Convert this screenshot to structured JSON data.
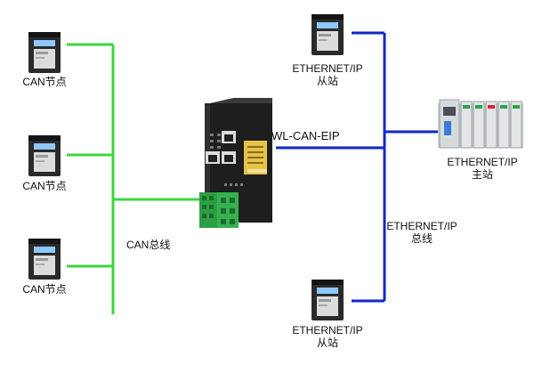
{
  "colors": {
    "can_bus": "#3dd63d",
    "ethernet_bus": "#1027c8"
  },
  "can_nodes": [
    {
      "label": "CAN节点",
      "icon": "drive-module-icon"
    },
    {
      "label": "CAN节点",
      "icon": "drive-module-icon"
    },
    {
      "label": "CAN节点",
      "icon": "drive-module-icon"
    }
  ],
  "can_bus_label": "CAN总线",
  "gateway": {
    "label": "WL-CAN-EIP",
    "icon": "gateway-device-icon"
  },
  "eip_slaves": [
    {
      "line1": "ETHERNET/IP",
      "line2": "从站",
      "icon": "drive-module-icon"
    },
    {
      "line1": "ETHERNET/IP",
      "line2": "从站",
      "icon": "drive-module-icon"
    }
  ],
  "eip_master": {
    "line1": "ETHERNET/IP",
    "line2": "主站",
    "icon": "plc-rack-icon"
  },
  "eip_bus_label": {
    "line1": "ETHERNET/IP",
    "line2": "总线"
  }
}
